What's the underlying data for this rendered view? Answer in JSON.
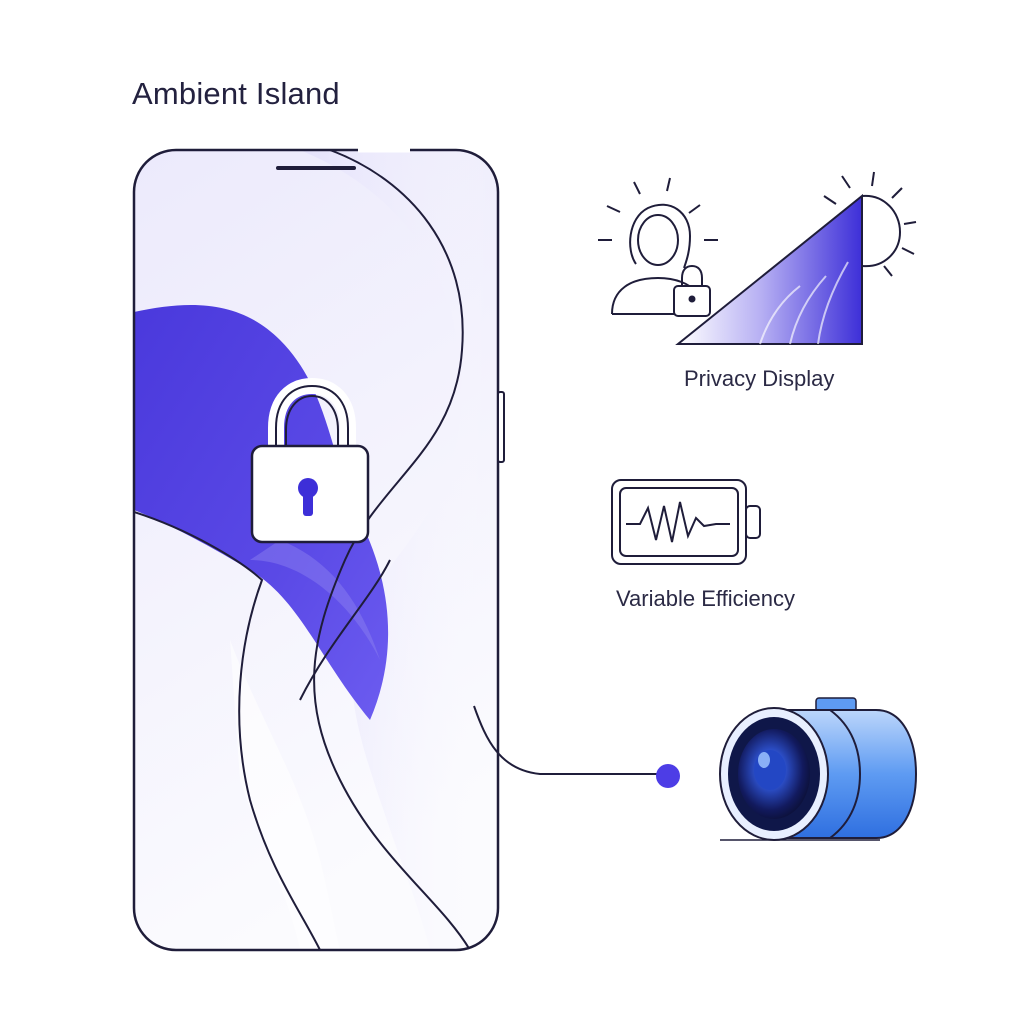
{
  "header": {
    "title": "Ambient Island"
  },
  "features": {
    "privacy": {
      "label": "Privacy Display"
    },
    "efficiency": {
      "label": "Variable Efficiency"
    }
  },
  "icons": {
    "lock": "padlock-icon",
    "person_lock": "person-with-lock-icon",
    "sun": "sun-icon",
    "battery": "battery-waveform-icon",
    "camera": "camera-lens-icon"
  },
  "colors": {
    "accent": "#4f3fe0",
    "accent_light": "#c9c4f5",
    "outline": "#1f1d3a",
    "camera_blue": "#3f86f0"
  }
}
